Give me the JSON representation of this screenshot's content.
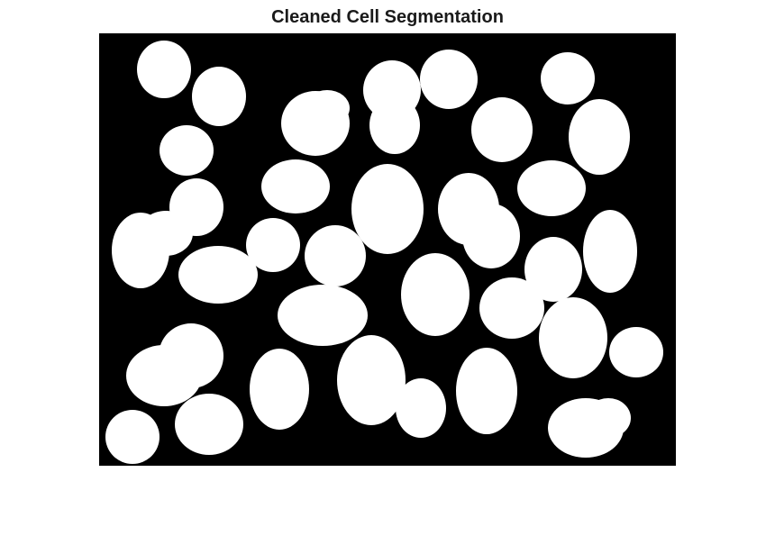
{
  "figure": {
    "title": "Cleaned Cell Segmentation"
  },
  "image": {
    "description_type": "binary segmentation mask",
    "background_color": "#000000",
    "foreground_color": "#ffffff",
    "cell_icon": "white-blob"
  }
}
